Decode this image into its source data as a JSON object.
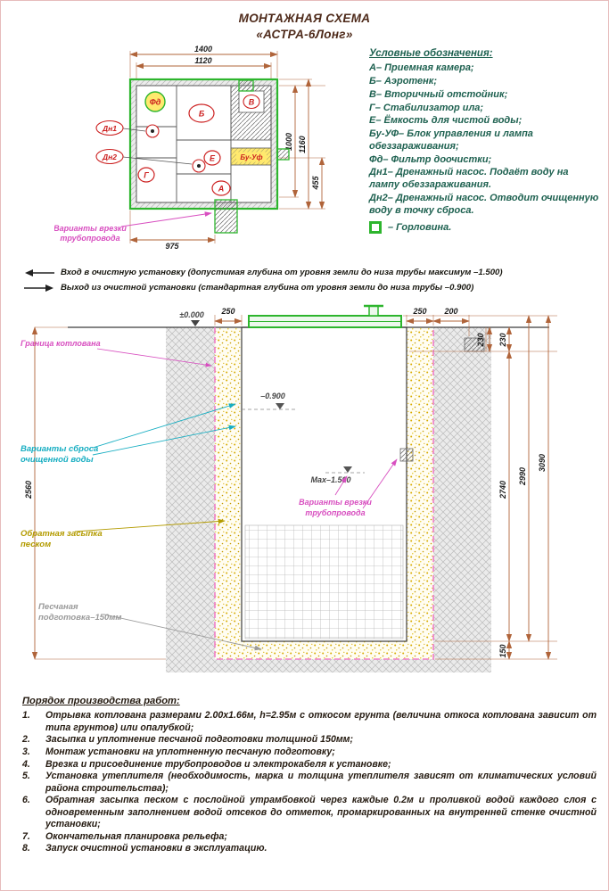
{
  "colors": {
    "green": "#2db52d",
    "red": "#cc2020",
    "magenta": "#d84fc0",
    "pit_boundary_pink": "#f07ec8",
    "cyan": "#18aec2",
    "sand_olive": "#b39b00",
    "gray_label": "#9a9a9a",
    "dim_line_brown": "#b0643a",
    "legend_green": "#1e6150",
    "title_brown": "#4e2a1a"
  },
  "title": {
    "line1": "МОНТАЖНАЯ СХЕМА",
    "line2": "«АСТРА-6Лонг»"
  },
  "legend": {
    "heading": "Условные обозначения:",
    "items": [
      "А– Приемная камера;",
      "Б– Аэротенк;",
      "В– Вторичный отстойник;",
      "Г– Стабилизатор ила;",
      "Е– Ёмкость для чистой воды;",
      "Бу-УФ– Блок управления и лампа обеззараживания;",
      "Фд– Фильтр доочистки;",
      "Дн1– Дренажный насос. Подаёт воду на лампу обеззараживания.",
      "Дн2– Дренажный насос. Отводит очищенную воду в точку сброса.",
      "– Горловина."
    ]
  },
  "plan": {
    "dim_1400": "1400",
    "dim_1120": "1120",
    "dim_1000": "1000",
    "dim_1160": "1160",
    "dim_455": "455",
    "dim_975": "975",
    "label_fd": "Фд",
    "label_b": "Б",
    "label_v": "В",
    "label_g": "Г",
    "label_e": "Е",
    "label_a": "А",
    "label_buuf": "Бу-Уф",
    "label_dn1": "Дн1",
    "label_dn2": "Дн2",
    "note_line1": "Варианты врезки",
    "note_line2": "трубопровода"
  },
  "io_notes": {
    "inlet": "Вход в очистную установку (допустимая глубина от уровня земли до низа трубы максимум –1.500)",
    "outlet": "Выход из очистной установки (стандартная глубина от уровня земли до низа трубы –0.900)"
  },
  "section": {
    "level_zero": "±0.000",
    "level_0900": "–0.900",
    "level_max": "Max–1.500",
    "dim_250_left": "250",
    "dim_250_right": "250",
    "dim_200": "200",
    "dim_230_a": "230",
    "dim_230_b": "230",
    "dim_2740": "2740",
    "dim_2990": "2990",
    "dim_3090": "3090",
    "dim_150": "150",
    "dim_2560": "2560",
    "label_pit": "Граница котлована",
    "label_discharge_1": "Варианты сброса",
    "label_discharge_2": "очищенной воды",
    "label_backfill_1": "Обратная засыпка",
    "label_backfill_2": "песком",
    "label_sandprep_1": "Песчаная",
    "label_sandprep_2": "подготовка–150мм",
    "note_pipe_1": "Варианты врезки",
    "note_pipe_2": "трубопровода"
  },
  "procedure": {
    "heading": "Порядок производства работ:",
    "items": [
      {
        "num": "1.",
        "text": "Отрывка котлована размерами 2.00х1.66м, h=2.95м с откосом грунта (величина откоса котлована зависит от типа грунтов) или опалубкой;"
      },
      {
        "num": "2.",
        "text": "Засыпка и уплотнение песчаной подготовки толщиной 150мм;"
      },
      {
        "num": "3.",
        "text": "Монтаж установки на уплотненную песчаную подготовку;"
      },
      {
        "num": "4.",
        "text": "Врезка и присоединение трубопроводов и электрокабеля к установке;"
      },
      {
        "num": "5.",
        "text": "Установка утеплителя (необходимость, марка и толщина утеплителя зависят от климатических условий района строительства);"
      },
      {
        "num": "6.",
        "text": "Обратная засыпка песком с послойной утрамбовкой через каждые 0.2м и проливкой водой каждого слоя с одновременным заполнением водой отсеков до отметок, промаркированных на внутренней стенке очистной установки;"
      },
      {
        "num": "7.",
        "text": "Окончательная планировка рельефа;"
      },
      {
        "num": "8.",
        "text": "Запуск очистной установки в эксплуатацию."
      }
    ]
  }
}
